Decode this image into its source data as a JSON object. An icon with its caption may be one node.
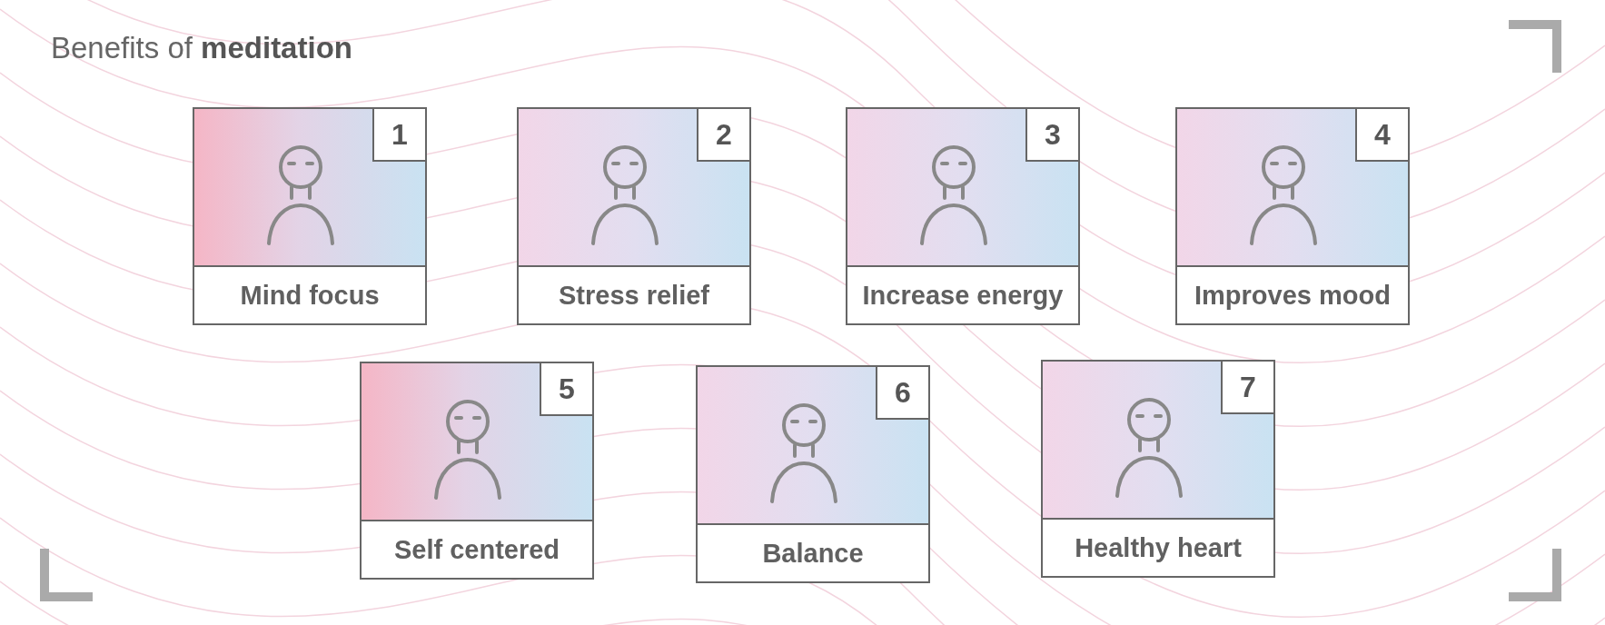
{
  "diagram": {
    "title": "Benefits of **meditation**",
    "nodes": [
      {
        "text": [
          "1",
          "Mind focus"
        ]
      },
      {
        "text": [
          "2",
          "Stress relief"
        ]
      },
      {
        "text": [
          "3",
          "Increase energy"
        ]
      },
      {
        "text": [
          "4",
          "Improves mood"
        ]
      },
      {
        "text": [
          "5",
          "Self centered"
        ]
      },
      {
        "text": [
          "6",
          "Balance"
        ]
      },
      {
        "text": [
          "7",
          "Healthy heart"
        ]
      }
    ]
  }
}
